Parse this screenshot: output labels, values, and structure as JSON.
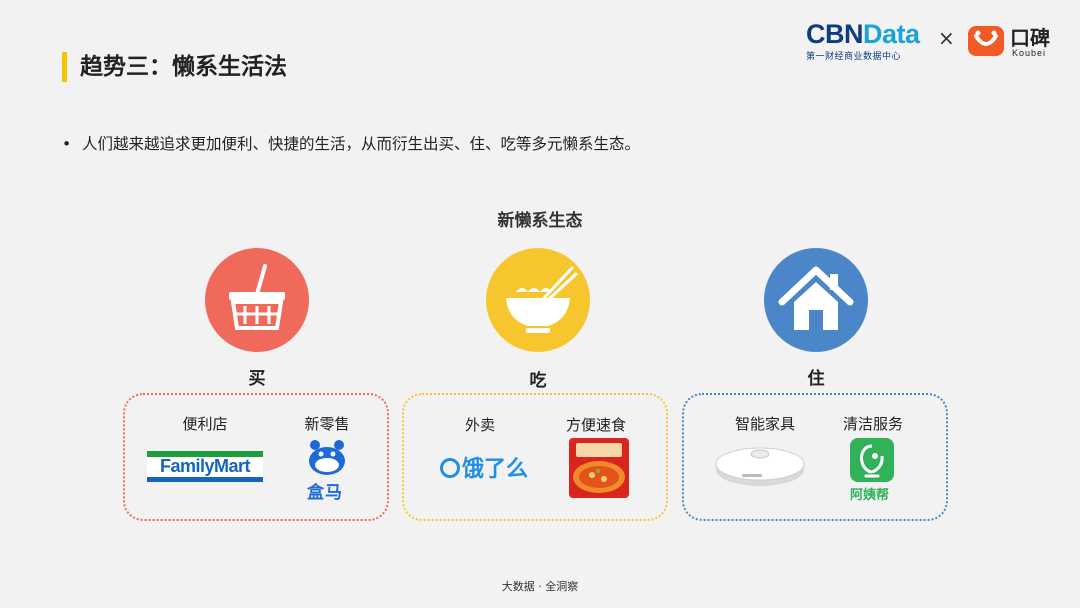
{
  "header": {
    "title": "趋势三：懒系生活法",
    "cbn_logo_main_dark": "CBN",
    "cbn_logo_main_light": "Data",
    "cbn_logo_sub": "第一财经商业数据中心",
    "separator": "×",
    "koubei_logo_text": "口碑",
    "koubei_logo_sub": "Koubei"
  },
  "bullet": {
    "symbol": "•",
    "text": "人们越来越追求更加便利、快捷的生活，从而衍生出买、住、吃等多元懒系生态。"
  },
  "section_heading": "新懒系生态",
  "categories": [
    {
      "label": "买",
      "icon": "shopping-basket-icon",
      "color": "#f06a5c",
      "items": [
        {
          "label": "便利店",
          "brand": "FamilyMart"
        },
        {
          "label": "新零售",
          "brand": "盒马"
        }
      ]
    },
    {
      "label": "吃",
      "icon": "noodle-bowl-icon",
      "color": "#f7c62f",
      "items": [
        {
          "label": "外卖",
          "brand": "饿了么"
        },
        {
          "label": "方便速食",
          "brand": "self-heating-hotpot"
        }
      ]
    },
    {
      "label": "住",
      "icon": "house-icon",
      "color": "#4a86c8",
      "items": [
        {
          "label": "智能家具",
          "brand": "robot-vacuum"
        },
        {
          "label": "清洁服务",
          "brand": "阿姨帮"
        }
      ]
    }
  ],
  "footer": "大数据 · 全洞察"
}
